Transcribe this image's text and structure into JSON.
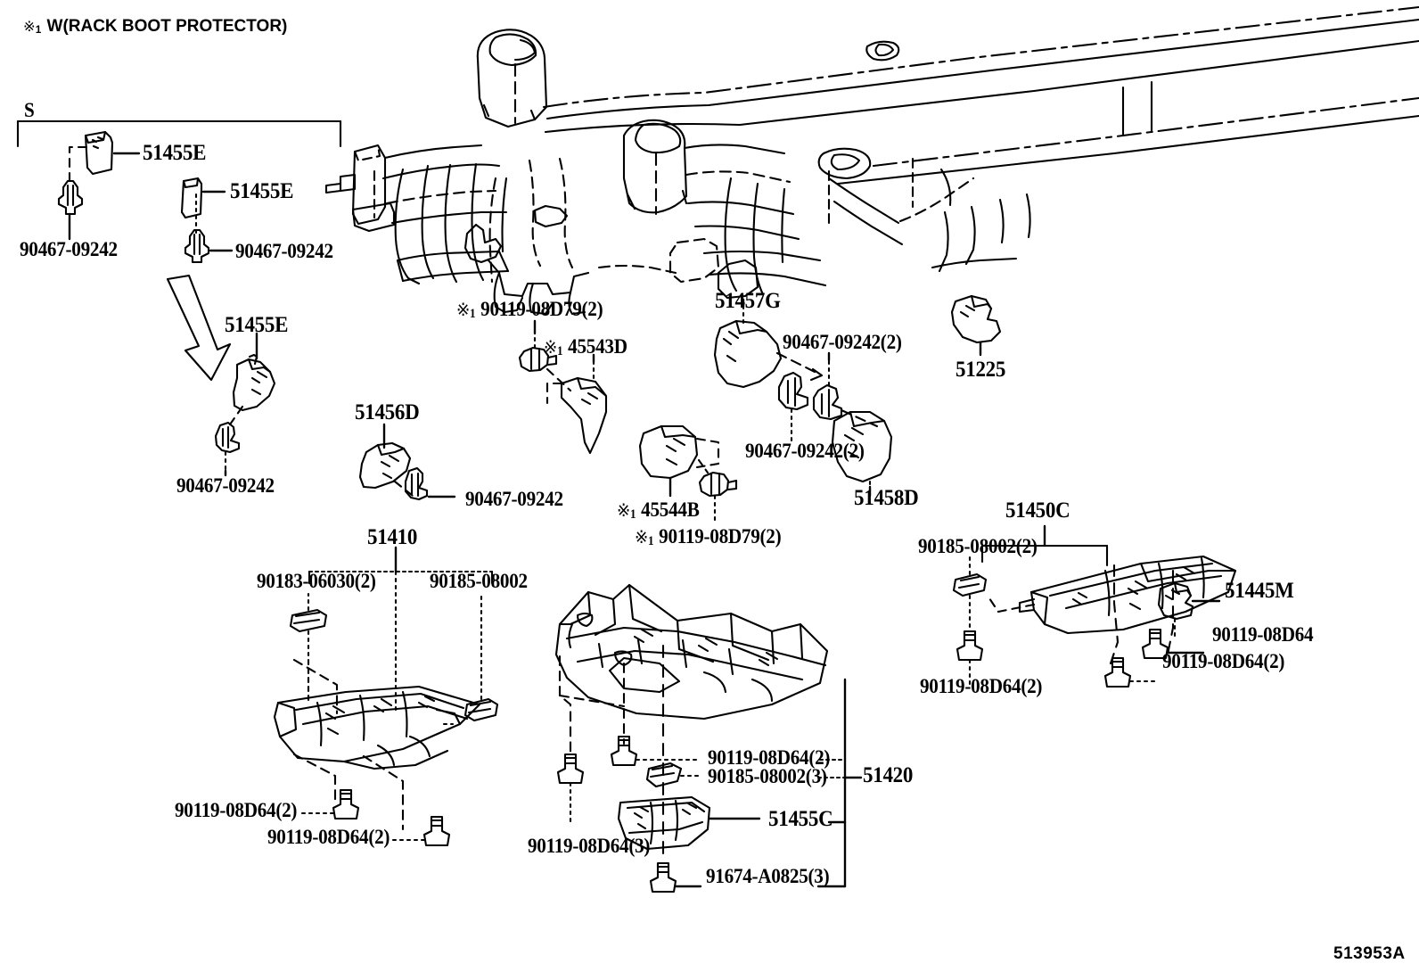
{
  "sheet": {
    "id": "513953A",
    "header_note": "※1 W(RACK BOOT PROTECTOR)",
    "group_marker_s": "S"
  },
  "labels": {
    "clip_55e_a": "51455E",
    "clip_55e_b": "51455E",
    "clip_55e_c": "51455E",
    "grommet_a": "90467-09242",
    "grommet_b": "90467-09242",
    "grommet_c": "90467-09242",
    "grommet_d": "90467-09242",
    "bolt_08d79_a": "※1 90119-08D79(2)",
    "bolt_08d79_b": "※1 90119-08D79(2)",
    "bracket_45543d": "※1 45543D",
    "bracket_45544b": "※1 45544B",
    "bracket_51456d": "51456D",
    "bracket_51457g": "51457G",
    "grommet_2x_a": "90467-09242(2)",
    "grommet_2x_b": "90467-09242(2)",
    "bracket_51458d": "51458D",
    "bracket_51225": "51225",
    "cover_51450c": "51450C",
    "clip_90185_2x": "90185-08002(2)",
    "bracket_51445m": "51445M",
    "bolt_08d64_r1": "90119-08D64",
    "bolt_08d64_r2": "90119-08D64(2)",
    "bolt_08d64_r3": "90119-08D64(2)",
    "cover_51410": "51410",
    "nut_90183_2x": "90183-06030(2)",
    "clip_90185": "90185-08002",
    "bolt_08d64_l1": "90119-08D64(2)",
    "bolt_08d64_l2": "90119-08D64(2)",
    "cover_51420": "51420",
    "bolt_08d64_c1": "90119-08D64(2)",
    "clip_90185_3x": "90185-08002(3)",
    "plate_51455c": "51455C",
    "bolt_08d64_c2": "90119-08D64(3)",
    "bolt_91674_3x": "91674-A0825(3)"
  },
  "colors": {
    "line": "#000000",
    "background": "#ffffff"
  }
}
